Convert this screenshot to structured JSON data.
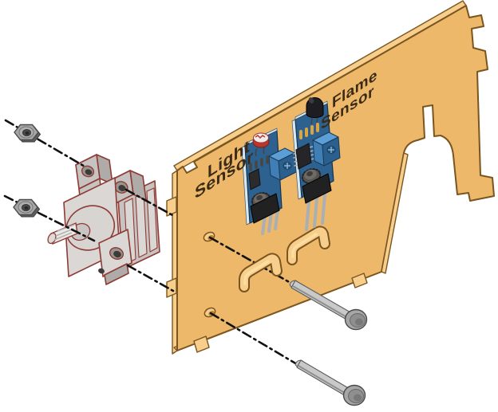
{
  "diagram": {
    "kind": "exploded-assembly-diagram",
    "labels": {
      "light_sensor": {
        "line1": "Light",
        "line2": "Sensor"
      },
      "flame_sensor": {
        "line1": "Flame",
        "line2": "Sensor"
      }
    },
    "parts": {
      "nut_top": "hex-nut",
      "nut_bottom": "hex-nut",
      "motor": "gearmotor",
      "panel": "laser-cut-mounting-panel",
      "light_module": "light-sensor-module",
      "flame_module": "flame-sensor-module",
      "screw_upper": "machine-screw",
      "screw_lower": "machine-screw",
      "guides": "alignment-dash-dot-lines"
    }
  },
  "colors": {
    "background": "#ffffff",
    "panel_face": "#EDB869",
    "panel_edge": "#F7CE8B",
    "panel_shadow": "#D9A04F",
    "panel_outline": "#7A551F",
    "label_text": "#3A2B17",
    "pcb_face": "#2D618F",
    "pcb_side": "#1C4568",
    "pcb_edge": "#D8E9F4",
    "trimpot_light": "#5C9FD6",
    "trimpot_mid": "#3F7FB5",
    "trimpot_dark": "#2A5F8E",
    "component_dark": "#2B2B2B",
    "pin_silver": "#A9AFB3",
    "ldr_red": "#B8382E",
    "ldr_top": "#EDEDED",
    "led_black": "#1E1E22",
    "pad_gold": "#D9A441",
    "motor_light": "#DAD7D5",
    "motor_mid": "#C7C3C1",
    "motor_dark": "#AFABA9",
    "motor_outline": "#8E3B35",
    "metal_light": "#C9C9C9",
    "metal_mid": "#A6A6A6",
    "metal_dark": "#5F5F5F",
    "guide_line": "#111111"
  }
}
